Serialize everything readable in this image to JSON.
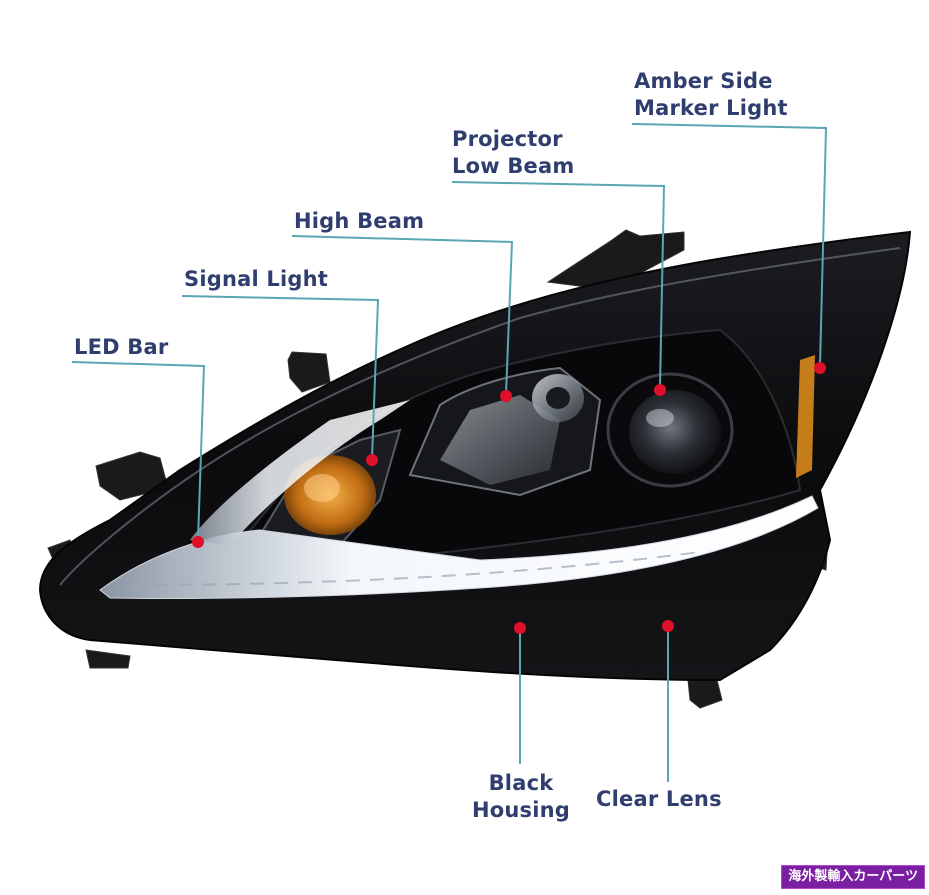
{
  "labels": {
    "amber_side_marker": [
      "Amber Side",
      "Marker Light"
    ],
    "projector_low_beam": [
      "Projector",
      "Low Beam"
    ],
    "high_beam": [
      "High Beam"
    ],
    "signal_light": [
      "Signal Light"
    ],
    "led_bar": [
      "LED Bar"
    ],
    "black_housing": [
      "Black",
      "Housing"
    ],
    "clear_lens": [
      "Clear Lens"
    ]
  },
  "watermark": "海外製輸入カーパーツ",
  "colors": {
    "label_text": "#2f3e6e",
    "leader_line": "#5aa6b4",
    "marker_dot": "#e0102a",
    "housing": "#0c0c0e",
    "led_glow": "#f2f6fa",
    "amber": "#d9891c",
    "watermark_bg": "#7b1fa2"
  }
}
